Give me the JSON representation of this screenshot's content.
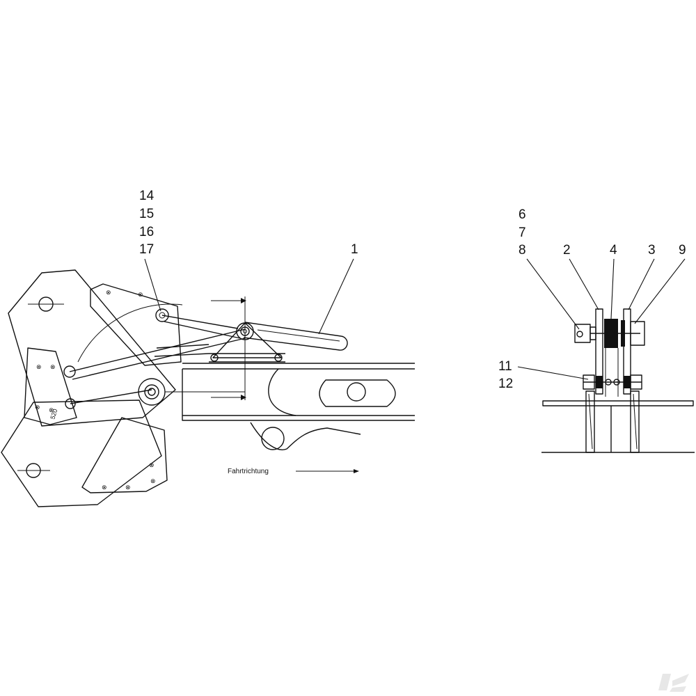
{
  "callouts": {
    "c14": "14",
    "c15": "15",
    "c16": "16",
    "c17": "17",
    "c1": "1",
    "c6": "6",
    "c7": "7",
    "c8": "8",
    "c2": "2",
    "c4": "4",
    "c3": "3",
    "c9": "9",
    "c11": "11",
    "c12": "12"
  },
  "direction_label": "Fahrtrichtung",
  "plate_marking": "520",
  "colors": {
    "line": "#111111",
    "background": "#ffffff",
    "watermark": "#d9d9d9"
  }
}
